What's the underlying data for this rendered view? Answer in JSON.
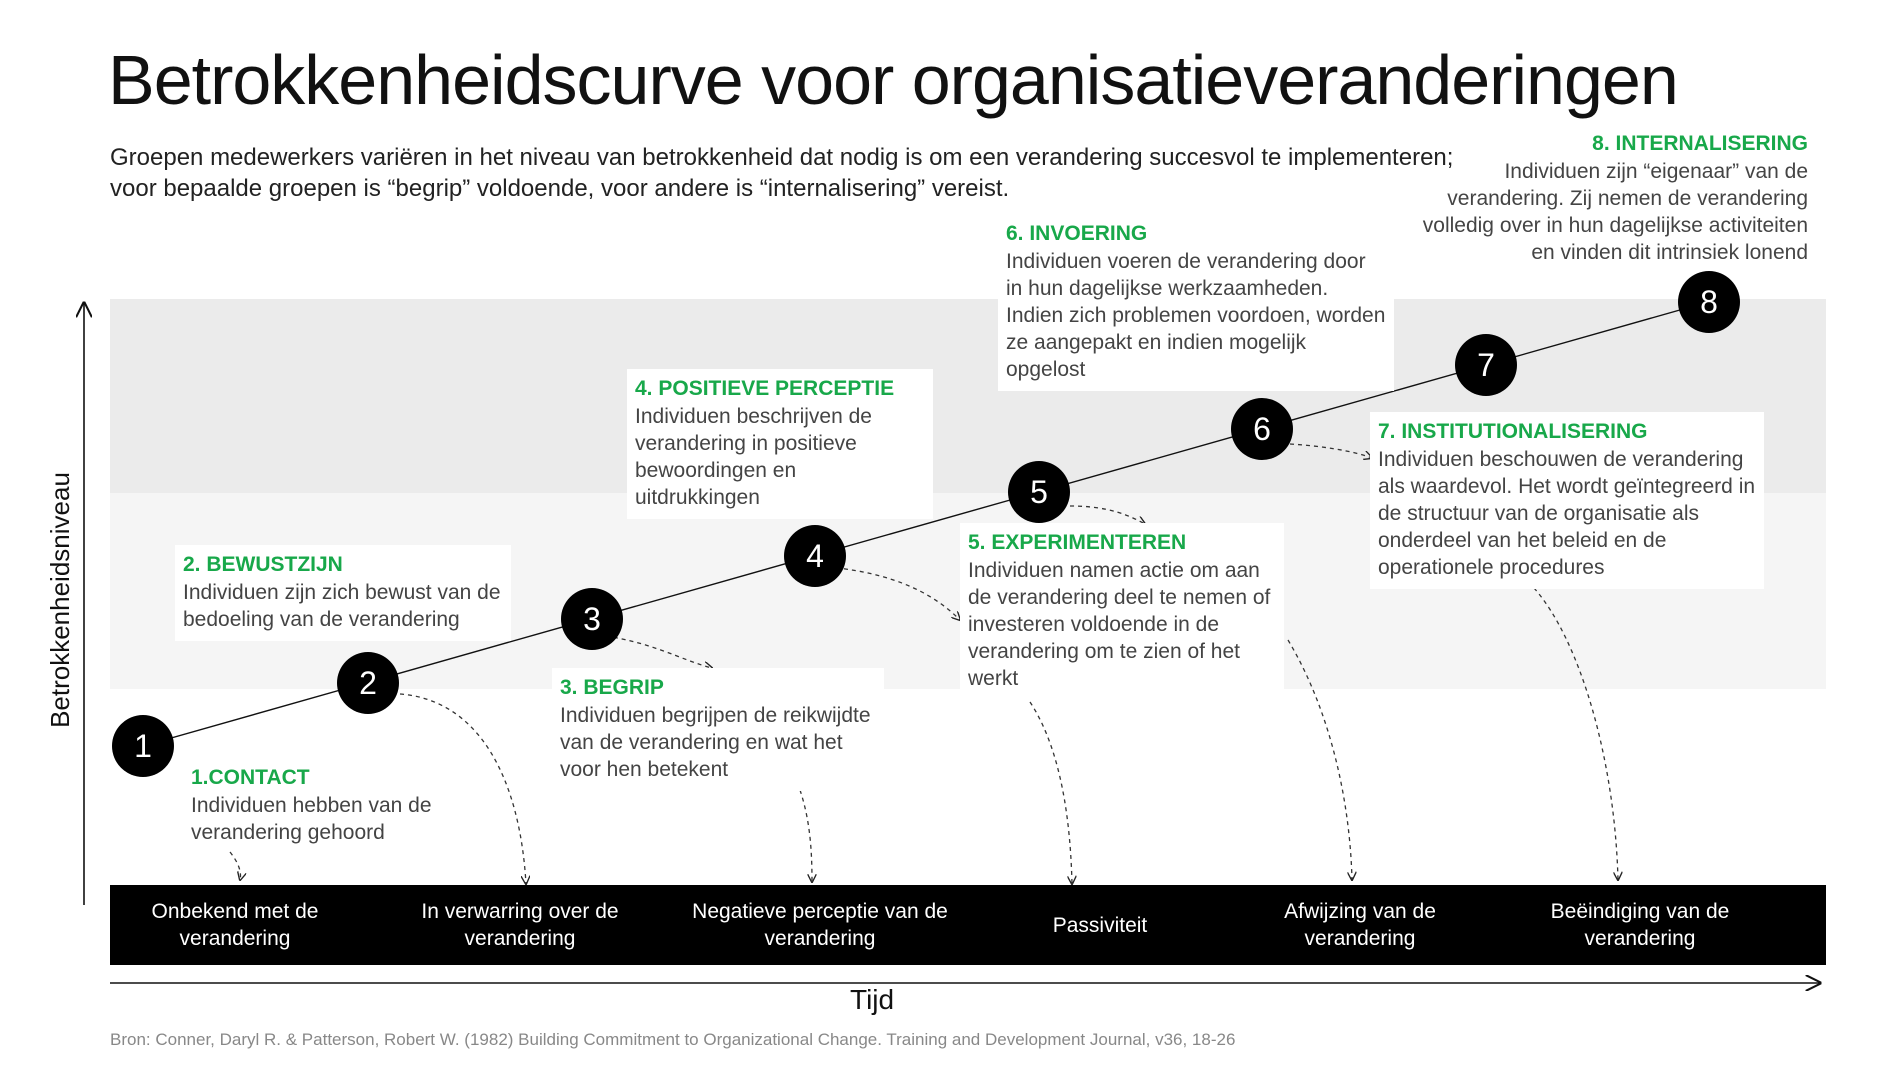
{
  "title": "Betrokkenheidscurve voor organisatieveranderingen",
  "subtitle": "Groepen medewerkers variëren in het niveau van betrokkenheid dat nodig is om een verandering succesvol te implementeren; voor bepaalde groepen is “begrip” voldoende, voor andere is “internalisering” vereist.",
  "y_axis_label": "Betrokkenheidsniveau",
  "x_axis_label": "Tijd",
  "nodes": [
    "1",
    "2",
    "3",
    "4",
    "5",
    "6",
    "7",
    "8"
  ],
  "stages": [
    {
      "heading": "1.CONTACT",
      "text": "Individuen hebben van de verandering gehoord"
    },
    {
      "heading": "2. BEWUSTZIJN",
      "text": "Individuen zijn zich bewust van de bedoeling van de verandering"
    },
    {
      "heading": "3. BEGRIP",
      "text": "Individuen begrijpen de reikwijdte van de verandering en wat het voor hen betekent"
    },
    {
      "heading": "4. POSITIEVE PERCEPTIE",
      "text": "Individuen beschrijven de verandering in positieve bewoordingen en uitdrukkingen"
    },
    {
      "heading": "5. EXPERIMENTEREN",
      "text": "Individuen namen actie om aan de verandering deel te nemen of investeren voldoende in de verandering om te zien of het werkt"
    },
    {
      "heading": "6. INVOERING",
      "text": "Individuen voeren de verandering door in hun dagelijkse werkzaamheden. Indien zich problemen voordoen, worden ze aangepakt en indien mogelijk opgelost"
    },
    {
      "heading": "7. INSTITUTIONALISERING",
      "text": "Individuen beschouwen de verandering als waardevol. Het wordt geïntegreerd in de structuur van de organisatie als onderdeel van het beleid en de operationele procedures"
    },
    {
      "heading": "8. INTERNALISERING",
      "text": "Individuen zijn “eigenaar” van de verandering. Zij nemen de verandering volledig over in hun dagelijkse activiteiten en vinden dit intrinsiek lonend"
    }
  ],
  "outcomes": [
    "Onbekend met de verandering",
    "In verwarring over de verandering",
    "Negatieve perceptie van de verandering",
    "Passiviteit",
    "Afwijzing van de verandering",
    "Beëindiging van de verandering"
  ],
  "source": "Bron: Conner, Daryl R. & Patterson, Robert W. (1982) Building Commitment to Organizational Change. Training and Development Journal, v36, 18-26",
  "colors": {
    "accent_green": "#18a84a",
    "node_fill": "#000000",
    "band_top": "#ebebeb",
    "band_mid": "#f5f5f5"
  }
}
